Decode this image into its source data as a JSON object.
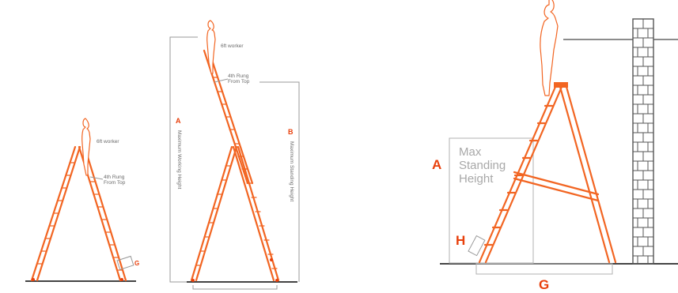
{
  "panel1": {
    "worker_label": "6ft worker",
    "rung_label_1": "4th Rung",
    "rung_label_2": "From Top",
    "marker_g": "G"
  },
  "panel2": {
    "worker_label": "6ft worker",
    "rung_label_1": "4th Rung",
    "rung_label_2": "From Top",
    "marker_a": "A",
    "marker_a_caption": "Maximum Working Height",
    "marker_b": "B",
    "marker_b_caption": "Maximum Standing Height"
  },
  "panel3": {
    "marker_a": "A",
    "caption_line1": "Max",
    "caption_line2": "Standing",
    "caption_line3": "Height",
    "marker_h": "H",
    "marker_g": "G"
  },
  "colors": {
    "ladder_orange": "#f26522",
    "marker_red": "#e8400c",
    "dimension_grey": "#9a9a9a"
  }
}
